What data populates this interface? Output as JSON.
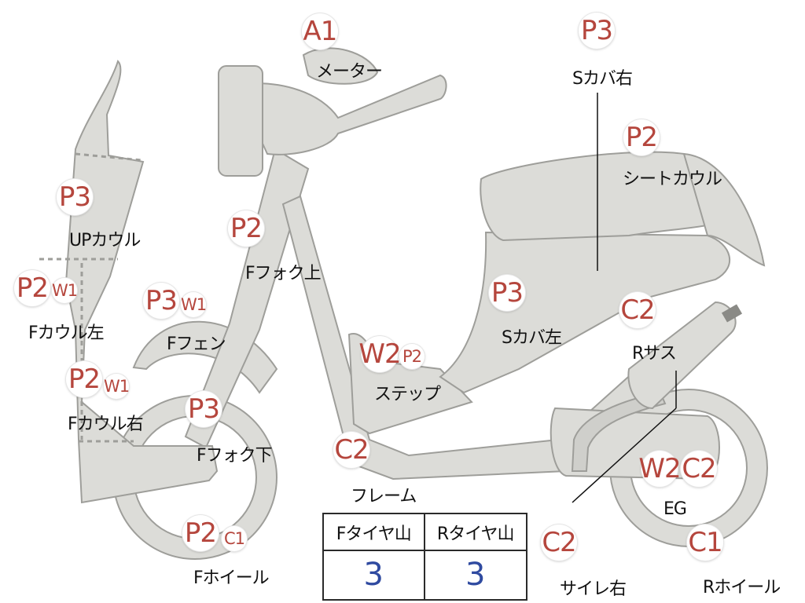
{
  "parts": [
    {
      "id": "meter",
      "code_badges": [
        "A1"
      ],
      "label": "メーター"
    },
    {
      "id": "s-cover-right",
      "code_badges": [
        "P3"
      ],
      "label": "Sカバ右"
    },
    {
      "id": "seat-cowl",
      "code_badges": [
        "P2"
      ],
      "label": "シートカウル"
    },
    {
      "id": "up-cowl",
      "code_badges": [
        "P3"
      ],
      "label": "UPカウル"
    },
    {
      "id": "f-fork-upper",
      "code_badges": [
        "P2"
      ],
      "label": "Fフォク上"
    },
    {
      "id": "f-cowl-left",
      "code_badges": [
        "P2",
        "W1"
      ],
      "label": "Fカウル左"
    },
    {
      "id": "f-fender",
      "code_badges": [
        "P3",
        "W1"
      ],
      "label": "Fフェン"
    },
    {
      "id": "s-cover-left",
      "code_badges": [
        "P3"
      ],
      "label": "Sカバ左"
    },
    {
      "id": "r-suspension",
      "code_badges": [
        "C2"
      ],
      "label": "Rサス"
    },
    {
      "id": "step",
      "code_badges": [
        "W2",
        "P2"
      ],
      "label": "ステップ"
    },
    {
      "id": "f-cowl-right",
      "code_badges": [
        "P2",
        "W1"
      ],
      "label": "Fカウル右"
    },
    {
      "id": "f-fork-lower",
      "code_badges": [
        "P3"
      ],
      "label": "Fフォク下"
    },
    {
      "id": "frame",
      "code_badges": [
        "C2"
      ],
      "label": "フレーム"
    },
    {
      "id": "engine",
      "code_badges": [
        "W2",
        "C2"
      ],
      "label": "EG"
    },
    {
      "id": "muffler-right",
      "code_badges": [
        "C2"
      ],
      "label": "サイレ右"
    },
    {
      "id": "r-wheel",
      "code_badges": [
        "C1"
      ],
      "label": "Rホイール"
    },
    {
      "id": "f-wheel",
      "code_badges": [
        "P2",
        "C1"
      ],
      "label": "Fホイール"
    }
  ],
  "tire_table": {
    "headers": [
      "Fタイヤ山",
      "Rタイヤ山"
    ],
    "values": [
      "3",
      "3"
    ]
  },
  "colors": {
    "part_fill": "#dcdcd8",
    "part_stroke": "#9e9e9a",
    "badge_text": "#b5463d",
    "value_text": "#2f4aa0"
  }
}
